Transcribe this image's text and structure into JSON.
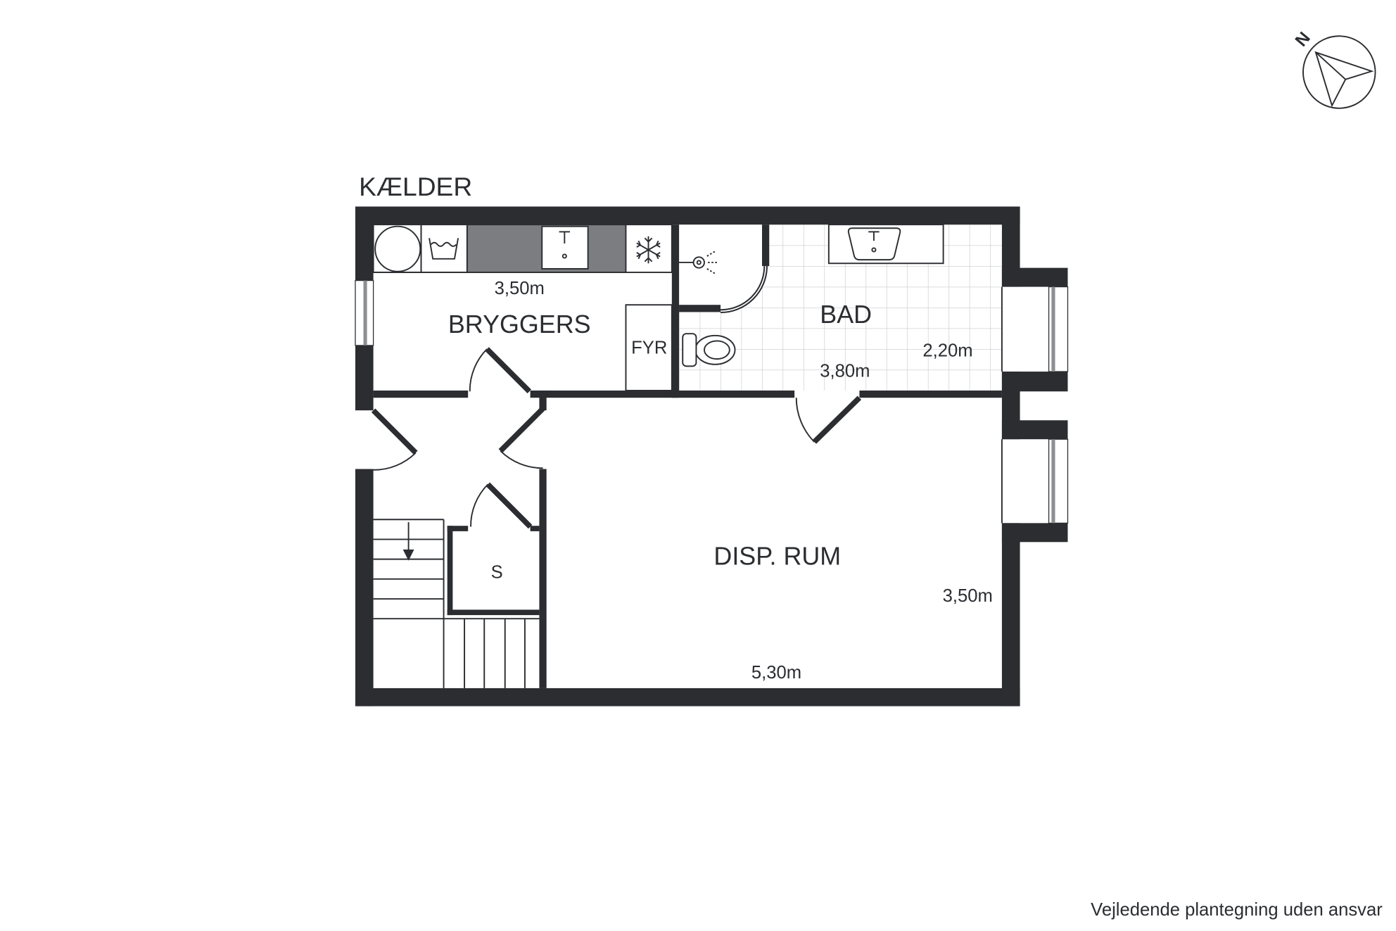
{
  "floor_label": "KÆLDER",
  "rooms": {
    "bryggers": {
      "name": "BRYGGERS",
      "dimension": "3,50m"
    },
    "fyr": {
      "name": "FYR"
    },
    "bad": {
      "name": "BAD",
      "dimension_a": "3,80m",
      "dimension_b": "2,20m"
    },
    "disp_rum": {
      "name": "DISP. RUM",
      "dimension_a": "3,50m",
      "dimension_b": "5,30m"
    },
    "s_closet": {
      "name": "S"
    }
  },
  "compass": {
    "north_label": "N"
  },
  "disclaimer": "Vejledende plantegning uden ansvar",
  "icons": [
    "washing-machine-icon",
    "laundry-tub-icon",
    "kitchen-sink-icon",
    "freezer-icon",
    "shower-head-icon",
    "toilet-icon",
    "washbasin-icon",
    "stair-direction-arrow-icon",
    "compass-icon"
  ],
  "colors": {
    "wall": "#2b2d31",
    "line": "#2b2d31",
    "counter": "#7b7d81",
    "window_pane": "#8d8f93",
    "tile_line": "#c9cacc",
    "background": "#ffffff"
  }
}
